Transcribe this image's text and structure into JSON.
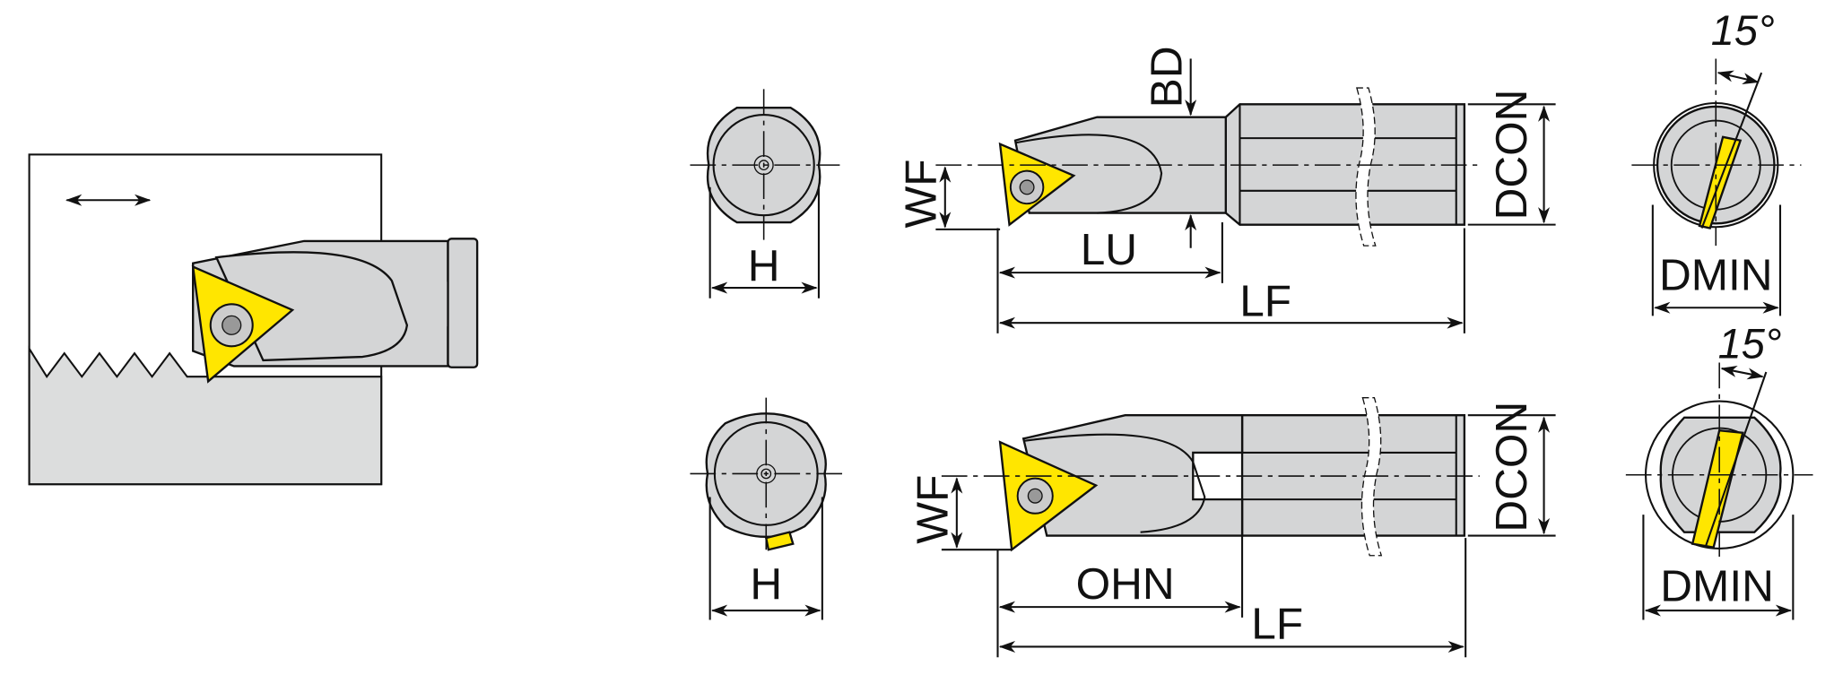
{
  "colors": {
    "body": "#d4d5d6",
    "insert": "#ffe600",
    "line": "#111111"
  },
  "top_row": {
    "end_view": {
      "h_label": "H"
    },
    "side_view": {
      "bd_label": "BD",
      "wf_label": "WF",
      "lu_label": "LU",
      "lf_label": "LF",
      "dcon_label": "DCON"
    },
    "front_view": {
      "angle_label": "15°",
      "dmin_label": "DMIN"
    }
  },
  "bottom_row": {
    "end_view": {
      "h_label": "H"
    },
    "side_view": {
      "wf_label": "WF",
      "ohn_label": "OHN",
      "lf_label": "LF",
      "dcon_label": "DCON"
    },
    "front_view": {
      "angle_label": "15°",
      "dmin_label": "DMIN"
    }
  }
}
